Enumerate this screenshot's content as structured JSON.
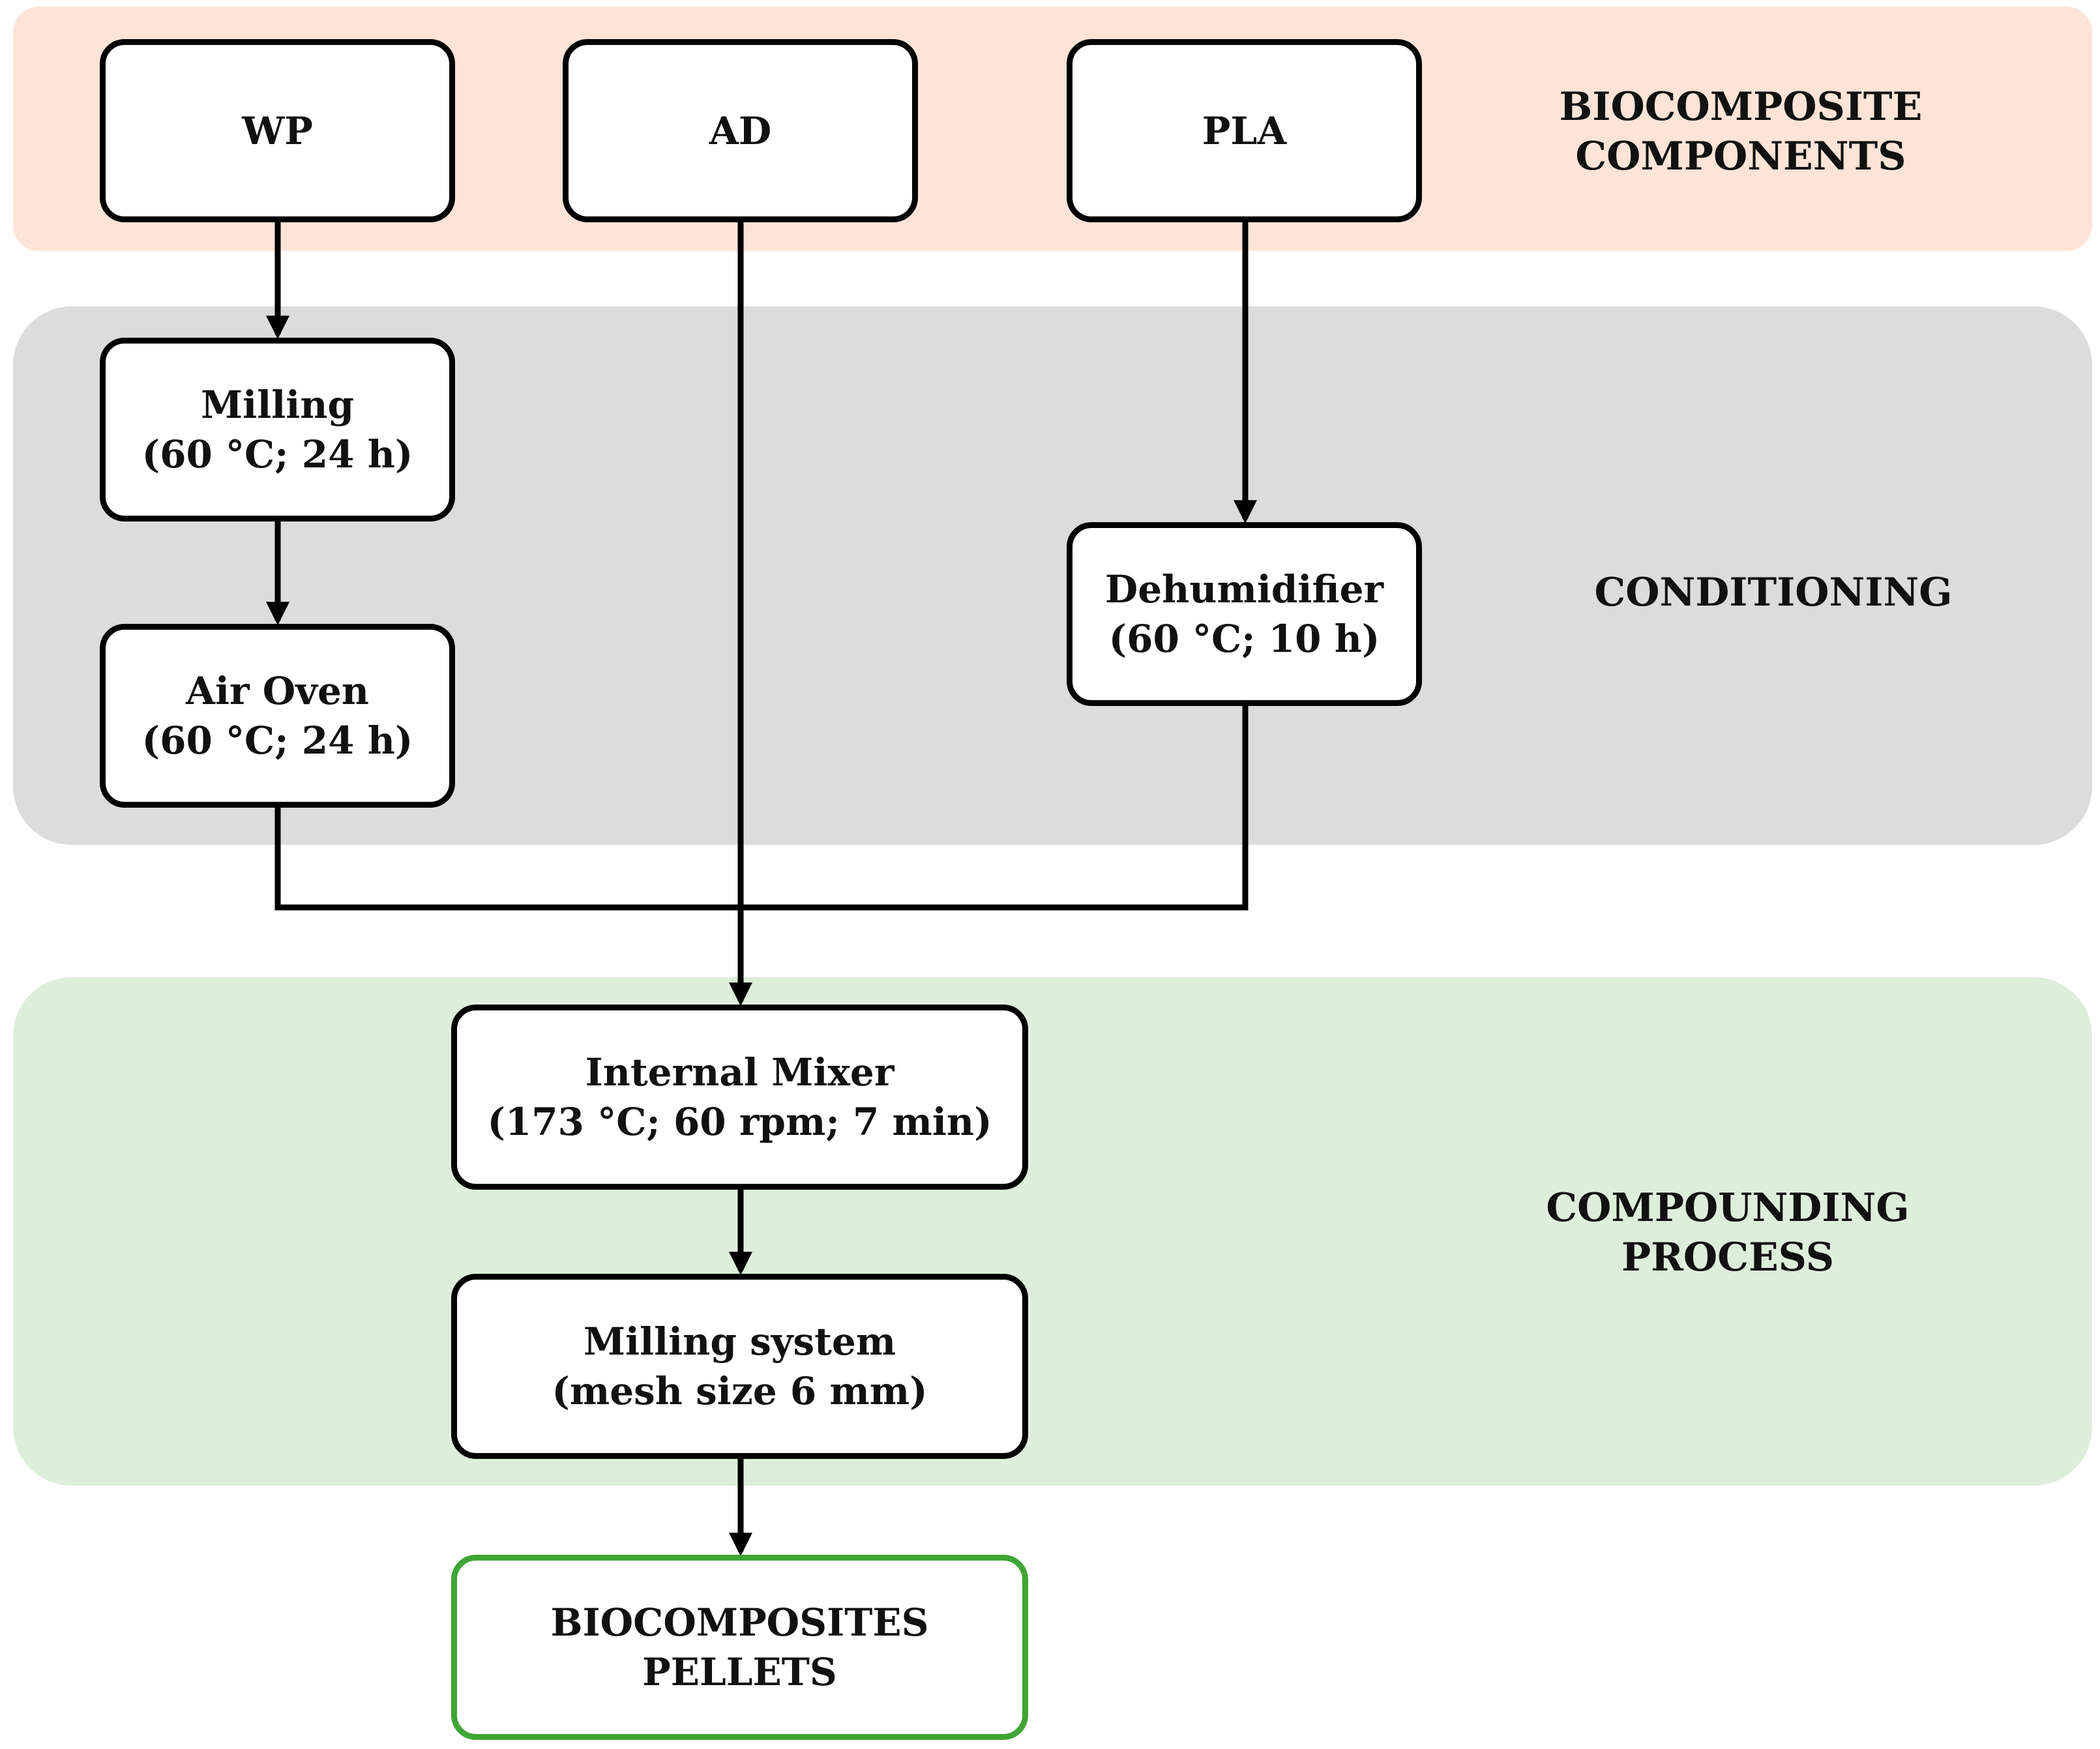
{
  "colors": {
    "components_band": "#fde4d6",
    "conditioning_band": "#dcdcdc",
    "compounding_band": "#ddefda",
    "final_border": "#3fa535",
    "line": "#000000"
  },
  "bands": {
    "components": {
      "label_line1": "BIOCOMPOSITE",
      "label_line2": "COMPONENTS"
    },
    "conditioning": {
      "label_line1": "CONDITIONING"
    },
    "compounding": {
      "label_line1": "COMPOUNDING",
      "label_line2": "PROCESS"
    }
  },
  "nodes": {
    "wp": {
      "line1": "WP"
    },
    "ad": {
      "line1": "AD"
    },
    "pla": {
      "line1": "PLA"
    },
    "milling": {
      "line1": "Milling",
      "line2": "(60 °C; 24 h)"
    },
    "air_oven": {
      "line1": "Air Oven",
      "line2": "(60 °C; 24 h)"
    },
    "dehumidifier": {
      "line1": "Dehumidifier",
      "line2": "(60 °C; 10 h)"
    },
    "internal_mixer": {
      "line1": "Internal Mixer",
      "line2": "(173 °C; 60 rpm; 7 min)"
    },
    "milling_system": {
      "line1": "Milling system",
      "line2": "(mesh size 6 mm)"
    },
    "pellets": {
      "line1": "BIOCOMPOSITES",
      "line2": "PELLETS"
    }
  }
}
